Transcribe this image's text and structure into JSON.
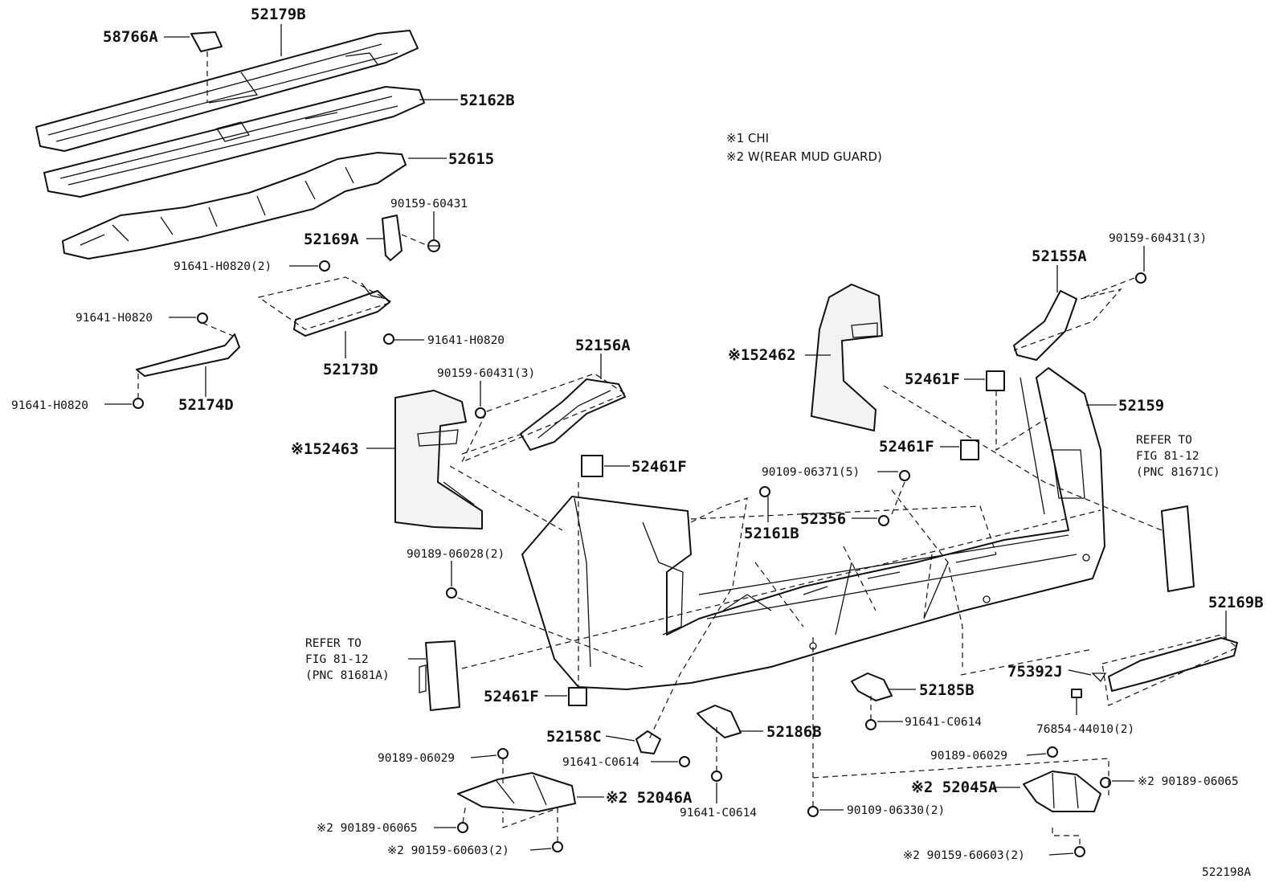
{
  "notes": {
    "note1": "※1 CHI",
    "note2": "※2 W(REAR MUD GUARD)"
  },
  "figure_id": "522198A",
  "labels": {
    "l52179B": "52179B",
    "l58766A": "58766A",
    "l52162B": "52162B",
    "l52615": "52615",
    "l90159_top": "90159-60431",
    "l52169A": "52169A",
    "l91641_h0820_2": "91641-H0820(2)",
    "l91641_h0820_a": "91641-H0820",
    "l91641_h0820_b": "91641-H0820",
    "l91641_h0820_c": "91641-H0820",
    "l52173D": "52173D",
    "l52174D": "52174D",
    "l52156A": "52156A",
    "l90159_mid3": "90159-60431(3)",
    "l52463": "※152463",
    "l52461F_a": "52461F",
    "l52462": "※152462",
    "l52461F_b": "52461F",
    "l52461F_c": "52461F",
    "l52159": "52159",
    "l52155A": "52155A",
    "l90159_right3": "90159-60431(3)",
    "l90109_06371": "90109-06371(5)",
    "l52356": "52356",
    "l52161B": "52161B",
    "l90189_06028": "90189-06028(2)",
    "refer_left_1": "REFER TO",
    "refer_left_2": "FIG 81-12",
    "refer_left_3": "(PNC 81681A)",
    "refer_right_1": "REFER TO",
    "refer_right_2": "FIG 81-12",
    "refer_right_3": "(PNC 81671C)",
    "l52169B": "52169B",
    "l75392J": "75392J",
    "l76854": "76854-44010(2)",
    "l52185B": "52185B",
    "l91641_c0614_a": "91641-C0614",
    "l52186B": "52186B",
    "l91641_c0614_b": "91641-C0614",
    "l91641_c0614_c": "91641-C0614",
    "l52158C": "52158C",
    "l52461F_d": "52461F",
    "l90189_06029_a": "90189-06029",
    "l52046A": "※2 52046A",
    "l90189_06065_a": "※2 90189-06065",
    "l90159_60603_a": "※2 90159-60603(2)",
    "l90109_06330": "90109-06330(2)",
    "l90189_06029_b": "90189-06029",
    "l52045A": "※2 52045A",
    "l90189_06065_b": "※2 90189-06065",
    "l90159_60603_b": "※2 90159-60603(2)"
  }
}
